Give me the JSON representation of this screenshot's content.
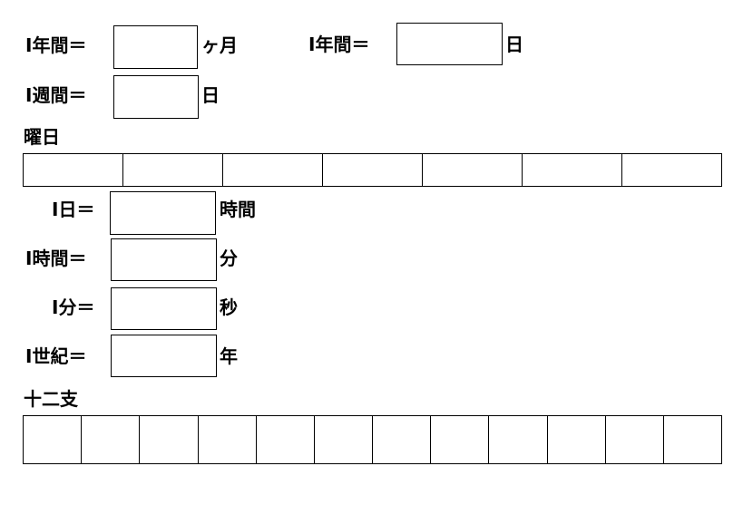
{
  "year_months": {
    "prefix": "Ⅰ年間＝",
    "suffix": "ヶ月",
    "answer": ""
  },
  "year_days": {
    "prefix": "Ⅰ年間＝",
    "suffix": "日",
    "answer": ""
  },
  "week_days": {
    "prefix": "Ⅰ週間＝",
    "suffix": "日",
    "answer": ""
  },
  "weekdays_section": {
    "title": "曜日",
    "cells": [
      "",
      "",
      "",
      "",
      "",
      "",
      ""
    ]
  },
  "day_hours": {
    "prefix": "Ⅰ日＝",
    "suffix": "時間",
    "answer": ""
  },
  "hour_minutes": {
    "prefix": "Ⅰ時間＝",
    "suffix": "分",
    "answer": ""
  },
  "minute_seconds": {
    "prefix": "Ⅰ分＝",
    "suffix": "秒",
    "answer": ""
  },
  "century_years": {
    "prefix": "Ⅰ世紀＝",
    "suffix": "年",
    "answer": ""
  },
  "zodiac_section": {
    "title": "十二支",
    "cells": [
      "",
      "",
      "",
      "",
      "",
      "",
      "",
      "",
      "",
      "",
      "",
      ""
    ]
  }
}
